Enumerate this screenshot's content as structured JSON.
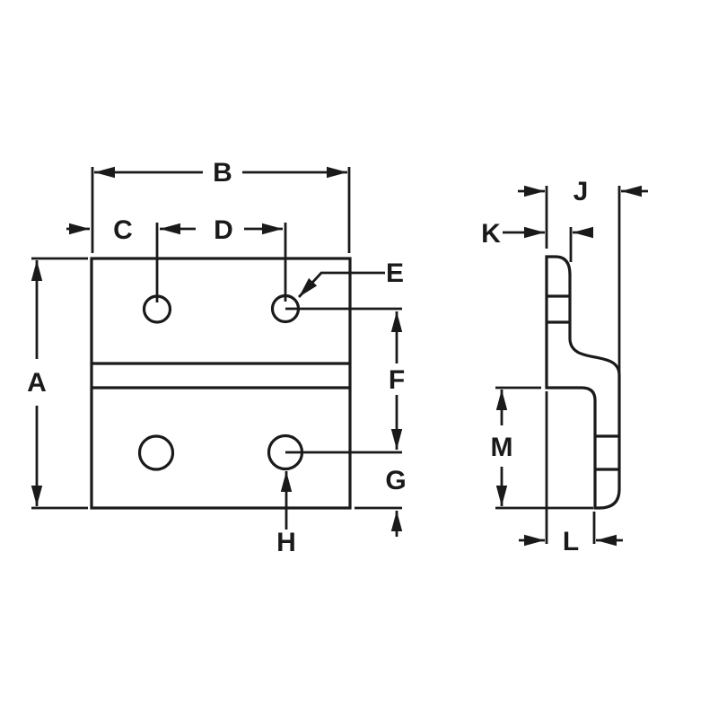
{
  "colors": {
    "ink": "#1a1a1a",
    "background": "#ffffff"
  },
  "labels": {
    "A": "A",
    "B": "B",
    "C": "C",
    "D": "D",
    "E": "E",
    "F": "F",
    "G": "G",
    "H": "H",
    "J": "J",
    "K": "K",
    "L": "L",
    "M": "M"
  }
}
